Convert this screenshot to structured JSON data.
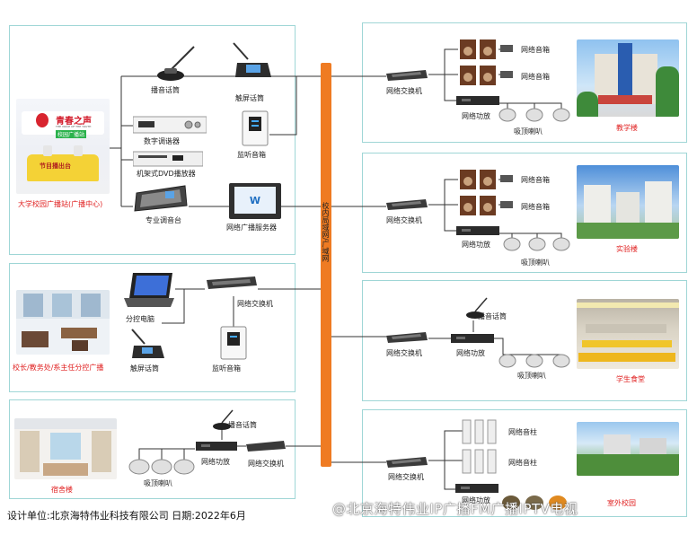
{
  "backbone": {
    "label": "校内局域网/广域网"
  },
  "center": {
    "caption": "大学校园广播站(广播中心)",
    "photo_sign": "青春之声",
    "photo_sign_en": "THE VOICE OF THE YOUTH",
    "photo_sign_sub": "校园广播站",
    "photo_desk": "节目播出台",
    "devices": {
      "mic": "播音话筒",
      "touch_mic": "触屏话筒",
      "digital_tuner": "数字调谐器",
      "monitor_speaker": "监听音箱",
      "dvd": "机架式DVD播放器",
      "mixer": "专业调音台",
      "server": "网络广播服务器"
    }
  },
  "office": {
    "caption": "校长/教务处/系主任分控广播",
    "devices": {
      "switch": "网络交换机",
      "pc": "分控电脑",
      "mic": "触屏话筒",
      "monitor": "监听音箱"
    }
  },
  "dorm": {
    "caption": "宿舍楼",
    "devices": {
      "mic": "播音话筒",
      "amp": "网络功放",
      "switch": "网络交换机",
      "ceiling": "吸顶喇叭"
    }
  },
  "teaching": {
    "caption": "教学楼",
    "devices": {
      "switch": "网络交换机",
      "speaker1": "网络音箱",
      "speaker2": "网络音箱",
      "amp": "网络功放",
      "ceiling": "吸顶喇叭"
    }
  },
  "lab": {
    "caption": "实验楼",
    "devices": {
      "switch": "网络交换机",
      "speaker1": "网络音箱",
      "speaker2": "网络音箱",
      "amp": "网络功放",
      "ceiling": "吸顶喇叭"
    }
  },
  "canteen": {
    "caption": "学生食堂",
    "devices": {
      "switch": "网络交换机",
      "mic": "播音话筒",
      "amp": "网络功放",
      "ceiling": "吸顶喇叭"
    }
  },
  "outdoor": {
    "caption": "室外校园",
    "devices": {
      "switch": "网络交换机",
      "column1": "网络音柱",
      "column2": "网络音柱",
      "amp": "网络功放"
    }
  },
  "footer": {
    "text": "设计单位:北京海特伟业科技有限公司 日期:2022年6月"
  },
  "watermark": {
    "text": "@北京海特伟业IP广播FM广播IPTV电视"
  },
  "colors": {
    "backbone": "#ef7b22",
    "panel_border": "#9fd6d6",
    "caption": "#e02020"
  }
}
